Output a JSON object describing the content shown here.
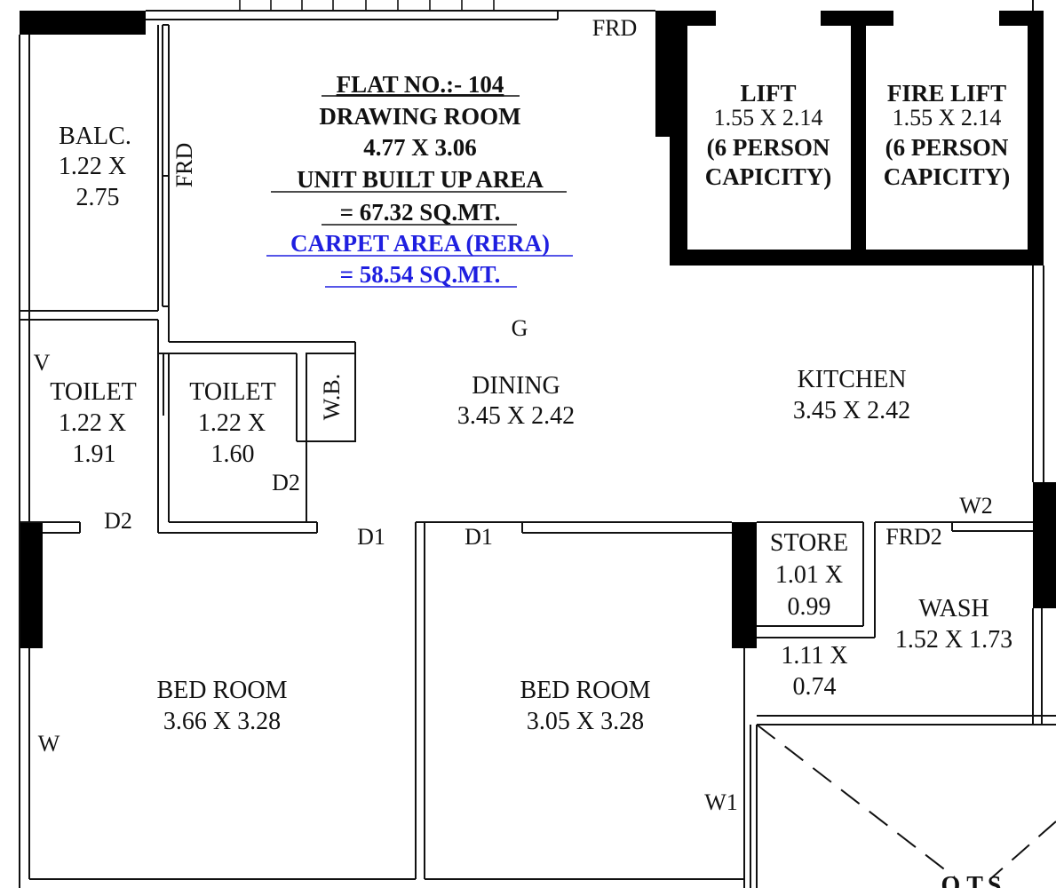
{
  "colors": {
    "line": "#111111",
    "wall_fill": "#000000",
    "carpet_text": "#1f1fe0",
    "background": "#ffffff"
  },
  "flat_info": {
    "flat_no": "FLAT NO.:- 104",
    "room_name": "DRAWING ROOM",
    "room_size": "4.77 X 3.06",
    "built_up_label": "UNIT BUILT UP AREA",
    "built_up_value": "= 67.32 SQ.MT.",
    "carpet_label": "CARPET AREA (RERA)",
    "carpet_value": "= 58.54 SQ.MT."
  },
  "rooms": {
    "balcony": {
      "name": "BALC.",
      "size_line1": "1.22 X",
      "size_line2": "2.75"
    },
    "toilet_left": {
      "name": "TOILET",
      "size_line1": "1.22 X",
      "size_line2": "1.91"
    },
    "toilet_right": {
      "name": "TOILET",
      "size_line1": "1.22 X",
      "size_line2": "1.60"
    },
    "wash_basin": {
      "name": "W.B."
    },
    "dining": {
      "name": "DINING",
      "size": "3.45 X 2.42"
    },
    "kitchen": {
      "name": "KITCHEN",
      "size": "3.45 X 2.42"
    },
    "lift": {
      "name": "LIFT",
      "size": "1.55 X 2.14",
      "capacity_line1": "(6 PERSON",
      "capacity_line2": "CAPICITY)"
    },
    "fire_lift": {
      "name": "FIRE LIFT",
      "size": "1.55 X 2.14",
      "capacity_line1": "(6 PERSON",
      "capacity_line2": "CAPICITY)"
    },
    "bedroom_left": {
      "name": "BED ROOM",
      "size": "3.66 X 3.28"
    },
    "bedroom_right": {
      "name": "BED ROOM",
      "size": "3.05 X 3.28"
    },
    "store": {
      "name": "STORE",
      "size_line1": "1.01 X",
      "size_line2": "0.99"
    },
    "passage": {
      "size_line1": "1.11 X",
      "size_line2": "0.74"
    },
    "wash": {
      "name": "WASH",
      "size": "1.52 X 1.73"
    },
    "ots": {
      "name": "O.T.S."
    }
  },
  "tags": {
    "frd_top": "FRD",
    "frd_vertical": "FRD",
    "g": "G",
    "v": "V",
    "d2_left": "D2",
    "d2_right": "D2",
    "d1_left": "D1",
    "d1_right": "D1",
    "frd2": "FRD2",
    "w2": "W2",
    "w": "W",
    "w1": "W1"
  }
}
